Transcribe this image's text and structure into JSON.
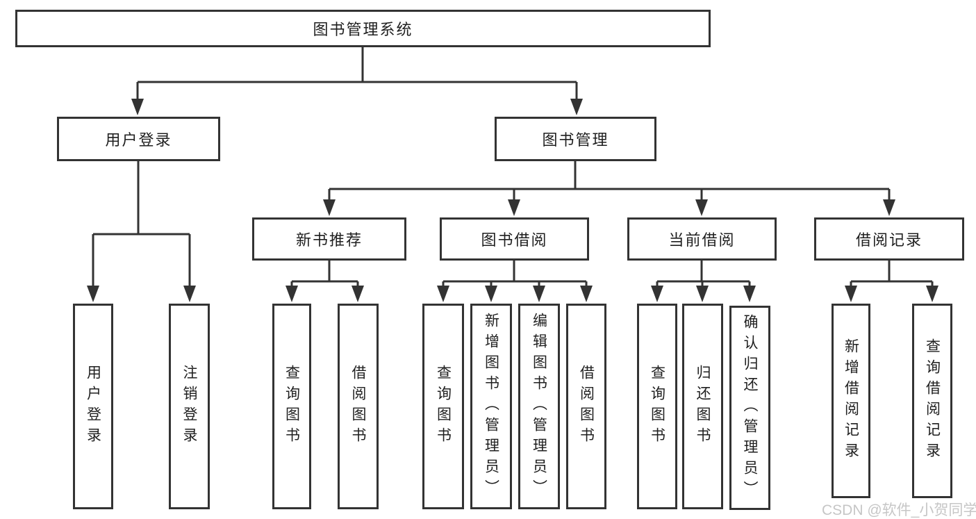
{
  "tree": {
    "label": "图书管理系统",
    "children": [
      {
        "label": "用户登录",
        "children": [
          {
            "label": "用户登录"
          },
          {
            "label": "注销登录"
          }
        ]
      },
      {
        "label": "图书管理",
        "children": [
          {
            "label": "新书推荐",
            "children": [
              {
                "label": "查询图书"
              },
              {
                "label": "借阅图书"
              }
            ]
          },
          {
            "label": "图书借阅",
            "children": [
              {
                "label": "查询图书"
              },
              {
                "label": "新增图书（管理员）"
              },
              {
                "label": "编辑图书（管理员）"
              },
              {
                "label": "借阅图书"
              }
            ]
          },
          {
            "label": "当前借阅",
            "children": [
              {
                "label": "查询图书"
              },
              {
                "label": "归还图书"
              },
              {
                "label": "确认归还（管理员）"
              }
            ]
          },
          {
            "label": "借阅记录",
            "children": [
              {
                "label": "新增借阅记录"
              },
              {
                "label": "查询借阅记录"
              }
            ]
          }
        ]
      }
    ]
  },
  "watermark": {
    "text": "CSDN @软件_小贺同学"
  },
  "colors": {
    "line": "#333333",
    "box_border": "#333333",
    "text": "#1f1f1f",
    "background": "#ffffff",
    "watermark": "#c6c6c6"
  }
}
